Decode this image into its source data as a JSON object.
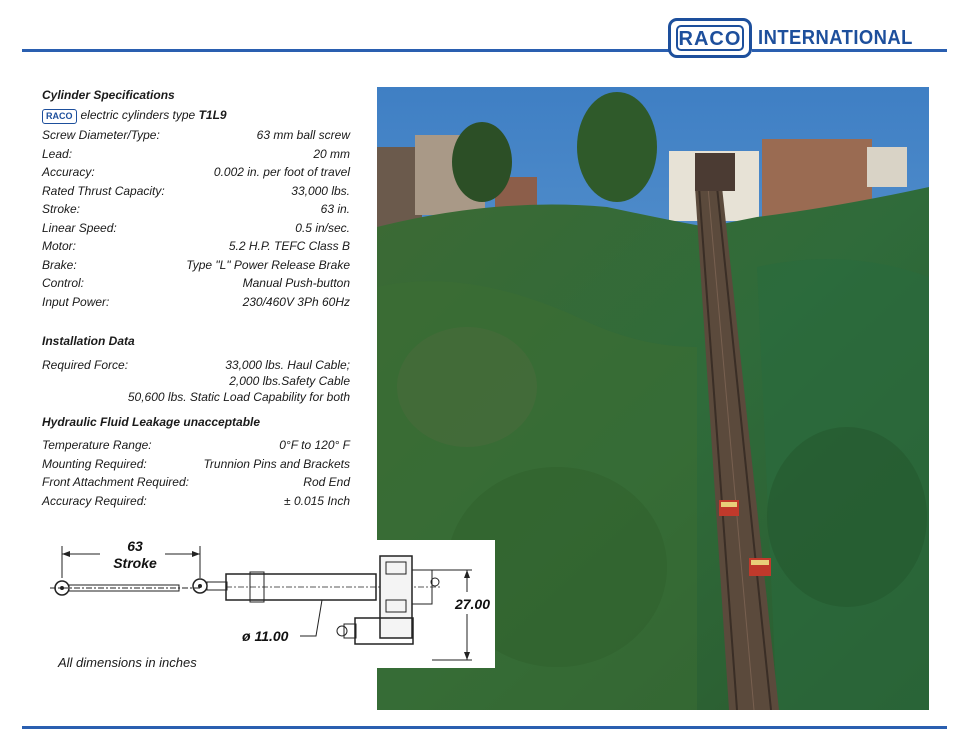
{
  "header": {
    "logo_text": "RACO",
    "brand_text": "INTERNATIONAL"
  },
  "specs": {
    "title": "Cylinder Specifications",
    "subtitle_logo": "RACO",
    "subtitle_prefix": "electric cylinders type",
    "subtitle_type": "T1L9",
    "rows": [
      {
        "label": "Screw Diameter/Type:",
        "value": "63 mm ball screw"
      },
      {
        "label": "Lead:",
        "value": "20 mm"
      },
      {
        "label": "Accuracy:",
        "value": "0.002 in. per foot of travel"
      },
      {
        "label": "Rated Thrust Capacity:",
        "value": "33,000 lbs."
      },
      {
        "label": "Stroke:",
        "value": "63 in."
      },
      {
        "label": "Linear Speed:",
        "value": "0.5 in/sec."
      },
      {
        "label": "Motor:",
        "value": "5.2 H.P. TEFC Class B"
      },
      {
        "label": "Brake:",
        "value": "Type \"L\" Power Release Brake"
      },
      {
        "label": "Control:",
        "value": "Manual Push-button"
      },
      {
        "label": "Input Power:",
        "value": "230/460V 3Ph 60Hz"
      }
    ]
  },
  "installation": {
    "title": "Installation Data",
    "force_label": "Required Force:",
    "force_lines": [
      "33,000 lbs. Haul Cable;",
      "2,000 lbs.Safety Cable",
      "50,600 lbs. Static Load Capability for both"
    ]
  },
  "hydraulic": {
    "title": "Hydraulic Fluid Leakage unacceptable",
    "rows": [
      {
        "label": "Temperature Range:",
        "value": "0°F to 120° F"
      },
      {
        "label": "Mounting Required:",
        "value": "Trunnion Pins and Brackets"
      },
      {
        "label": "Front Attachment Required:",
        "value": "Rod End"
      },
      {
        "label": "Accuracy Required:",
        "value": "± 0.015 Inch"
      }
    ]
  },
  "drawing": {
    "stroke_value": "63",
    "stroke_label": "Stroke",
    "height_value": "27.00",
    "diameter_value": "ø 11.00",
    "caption": "All dimensions in inches"
  },
  "colors": {
    "brand_blue": "#1d4f9c",
    "rule_blue": "#2a5fb0"
  }
}
